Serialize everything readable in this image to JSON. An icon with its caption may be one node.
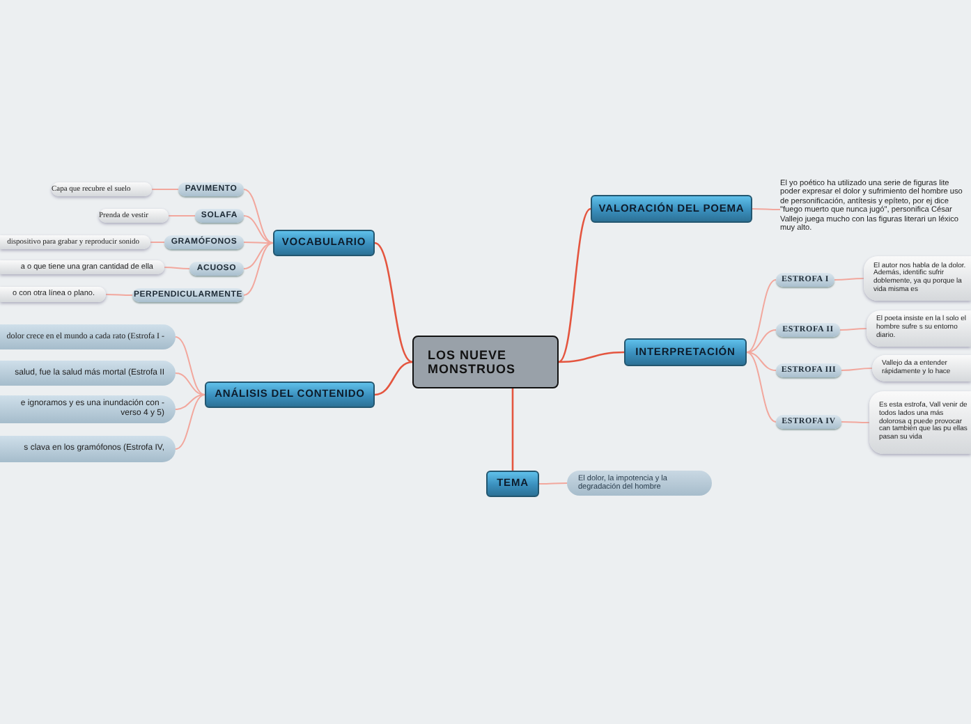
{
  "diagram": {
    "nodes": [
      {
        "text": [
          "LOS NUEVE MONSTRUOS"
        ]
      },
      {
        "text": [
          "VOCABULARIO"
        ]
      },
      {
        "text": [
          "PAVIMENTO"
        ]
      },
      {
        "text": [
          "Capa que recubre el suelo"
        ]
      },
      {
        "text": [
          "SOLAFA"
        ]
      },
      {
        "text": [
          "Prenda de vestir"
        ]
      },
      {
        "text": [
          "GRAMÓFONOS"
        ]
      },
      {
        "text": [
          "dispositivo para grabar y reproducir sonido"
        ]
      },
      {
        "text": [
          "ACUOSO"
        ]
      },
      {
        "text": [
          "a o que tiene una gran cantidad de ella"
        ]
      },
      {
        "text": [
          "PERPENDICULARMENTE"
        ]
      },
      {
        "text": [
          "o con otra línea o plano."
        ]
      },
      {
        "text": [
          "ANÁLISIS DEL CONTENIDO"
        ]
      },
      {
        "text": [
          "dolor crece en el mundo a cada rato (Estrofa I -"
        ]
      },
      {
        "text": [
          "salud, fue la salud más mortal  (Estrofa II"
        ]
      },
      {
        "text": [
          "e ignoramos y es una inundación con -  verso 4 y 5)"
        ]
      },
      {
        "text": [
          "s clava en los gramófonos (Estrofa IV,"
        ]
      },
      {
        "text": [
          "VALORACIÓN DEL POEMA"
        ]
      },
      {
        "text": [
          "El yo poético ha utilizado una serie de figuras lite poder expresar el dolor y sufrimiento del hombre uso de personificación, antítesis y epíteto, por ej dice \"fuego muerto que nunca jugó\", personifica César Vallejo juega mucho con las figuras literari un léxico muy alto."
        ]
      },
      {
        "text": [
          "INTERPRETACIÓN"
        ]
      },
      {
        "text": [
          "ESTROFA I"
        ]
      },
      {
        "text": [
          "El autor nos habla de la dolor. Además, identific sufrir doblemente, ya qu porque la vida misma es"
        ]
      },
      {
        "text": [
          "ESTROFA II"
        ]
      },
      {
        "text": [
          "El poeta insiste en la l solo el hombre sufre s su entorno diario."
        ]
      },
      {
        "text": [
          "ESTROFA III"
        ]
      },
      {
        "text": [
          "Vallejo da a entender rápidamente y lo hace"
        ]
      },
      {
        "text": [
          "ESTROFA IV"
        ]
      },
      {
        "text": [
          "Es esta estrofa, Vall venir de todos lados una más dolorosa q puede provocar can también que las pu ellas pasan su vida"
        ]
      },
      {
        "text": [
          "TEMA"
        ]
      },
      {
        "text": [
          "El dolor, la impotencia y la degradación del hombre"
        ]
      }
    ],
    "edges": [
      {
        "from": 0,
        "to": 1,
        "arrow": "none",
        "color": "#e4553f"
      },
      {
        "from": 0,
        "to": 12,
        "arrow": "none",
        "color": "#e4553f"
      },
      {
        "from": 0,
        "to": 17,
        "arrow": "none",
        "color": "#e4553f"
      },
      {
        "from": 0,
        "to": 19,
        "arrow": "none",
        "color": "#e4553f"
      },
      {
        "from": 0,
        "to": 28,
        "arrow": "none",
        "color": "#e4553f"
      },
      {
        "from": 1,
        "to": 2,
        "arrow": "none"
      },
      {
        "from": 2,
        "to": 3,
        "arrow": "none"
      },
      {
        "from": 1,
        "to": 4,
        "arrow": "none"
      },
      {
        "from": 4,
        "to": 5,
        "arrow": "none"
      },
      {
        "from": 1,
        "to": 6,
        "arrow": "none"
      },
      {
        "from": 6,
        "to": 7,
        "arrow": "none"
      },
      {
        "from": 1,
        "to": 8,
        "arrow": "none"
      },
      {
        "from": 8,
        "to": 9,
        "arrow": "none"
      },
      {
        "from": 1,
        "to": 10,
        "arrow": "none"
      },
      {
        "from": 10,
        "to": 11,
        "arrow": "none"
      },
      {
        "from": 12,
        "to": 13,
        "arrow": "none"
      },
      {
        "from": 12,
        "to": 14,
        "arrow": "none"
      },
      {
        "from": 12,
        "to": 15,
        "arrow": "none"
      },
      {
        "from": 12,
        "to": 16,
        "arrow": "none"
      },
      {
        "from": 17,
        "to": 18,
        "arrow": "none"
      },
      {
        "from": 19,
        "to": 20,
        "arrow": "none"
      },
      {
        "from": 20,
        "to": 21,
        "arrow": "none"
      },
      {
        "from": 19,
        "to": 22,
        "arrow": "none"
      },
      {
        "from": 22,
        "to": 23,
        "arrow": "none"
      },
      {
        "from": 19,
        "to": 24,
        "arrow": "none"
      },
      {
        "from": 24,
        "to": 25,
        "arrow": "none"
      },
      {
        "from": 19,
        "to": 26,
        "arrow": "none"
      },
      {
        "from": 26,
        "to": 27,
        "arrow": "none"
      },
      {
        "from": 28,
        "to": 29,
        "arrow": "none"
      }
    ]
  }
}
